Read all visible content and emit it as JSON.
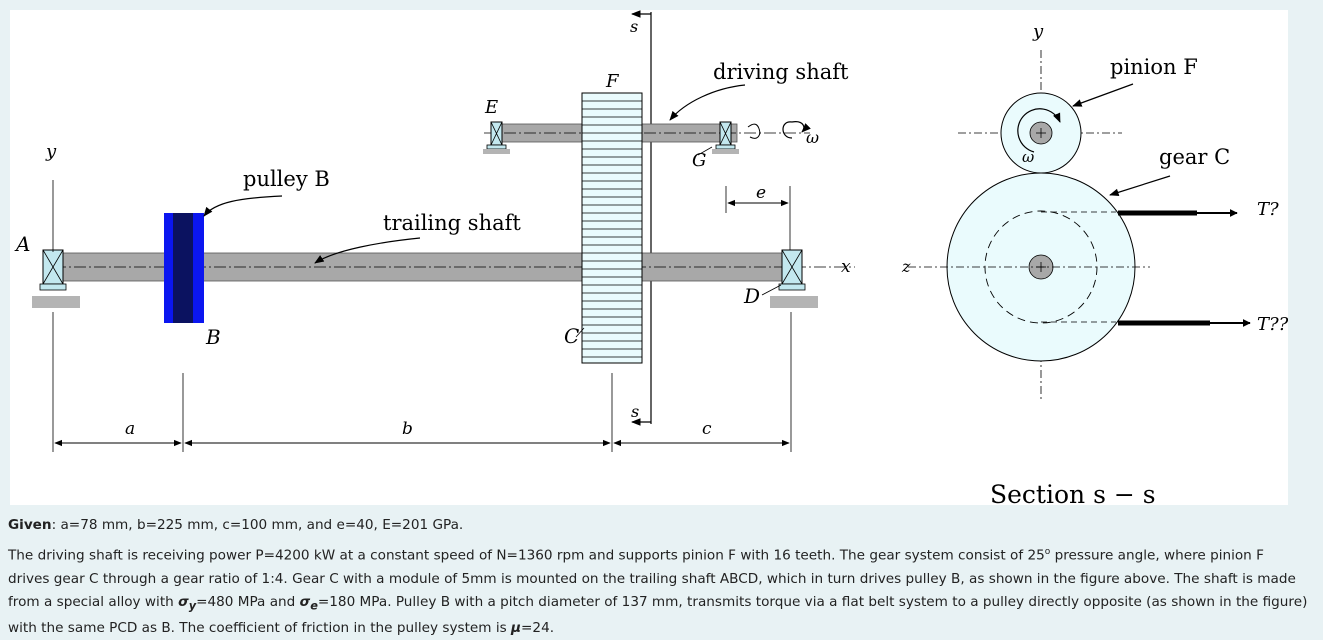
{
  "figure": {
    "labels": {
      "s_top": "s",
      "s_bottom": "s",
      "F": "F",
      "E": "E",
      "G": "G",
      "e": "e",
      "driving_shaft": "driving shaft",
      "omega": "ω",
      "y_left": "y",
      "A": "A",
      "pulley_B": "pulley B",
      "B": "B",
      "trailing_shaft": "trailing shaft",
      "C": "C",
      "D": "D",
      "x": "x",
      "a": "a",
      "b": "b",
      "c": "c",
      "y_right": "y",
      "pinion_F": "pinion F",
      "gear_C": "gear C",
      "omega_right": "ω",
      "z": "z",
      "T_upper": "T?",
      "T_lower": "T??",
      "section": "Section s − s"
    },
    "colors": {
      "shaft": "#a8a8a8",
      "gear_fill": "#eafbfd",
      "pulley_outer": "#0b16f0",
      "pulley_inner": "#0b1260",
      "bearing_fill": "#c3e8ef",
      "support_base": "#b4b4b4"
    }
  },
  "given": {
    "label": "Given",
    "text": ":  a=78 mm, b=225 mm, c=100 mm, and e=40,  E=201 GPa."
  },
  "problem": {
    "p1": "The driving shaft is receiving power P=4200 kW at a constant speed of N=1360 rpm and supports pinion F with 16 teeth. The gear system consist of 25",
    "deg": "o",
    "p2": " pressure angle,  where pinion F drives gear C through a gear ratio of 1:4. Gear C with a module of 5mm is mounted on the trailing shaft ABCD, which in turn drives pulley B, as shown in the figure above. The shaft is made from a special alloy with ",
    "sigma": "σ",
    "sub_y": "y",
    "p3": "=480 MPa and ",
    "sub_e": "e",
    "p4": "=180 MPa. Pulley B with a pitch diameter of 137 mm, transmits torque via a flat belt system to a pulley directly opposite (as shown in the figure) with the same PCD as B.  The coefficient of friction in the pulley system is ",
    "mu": "μ",
    "p5": "=24."
  }
}
